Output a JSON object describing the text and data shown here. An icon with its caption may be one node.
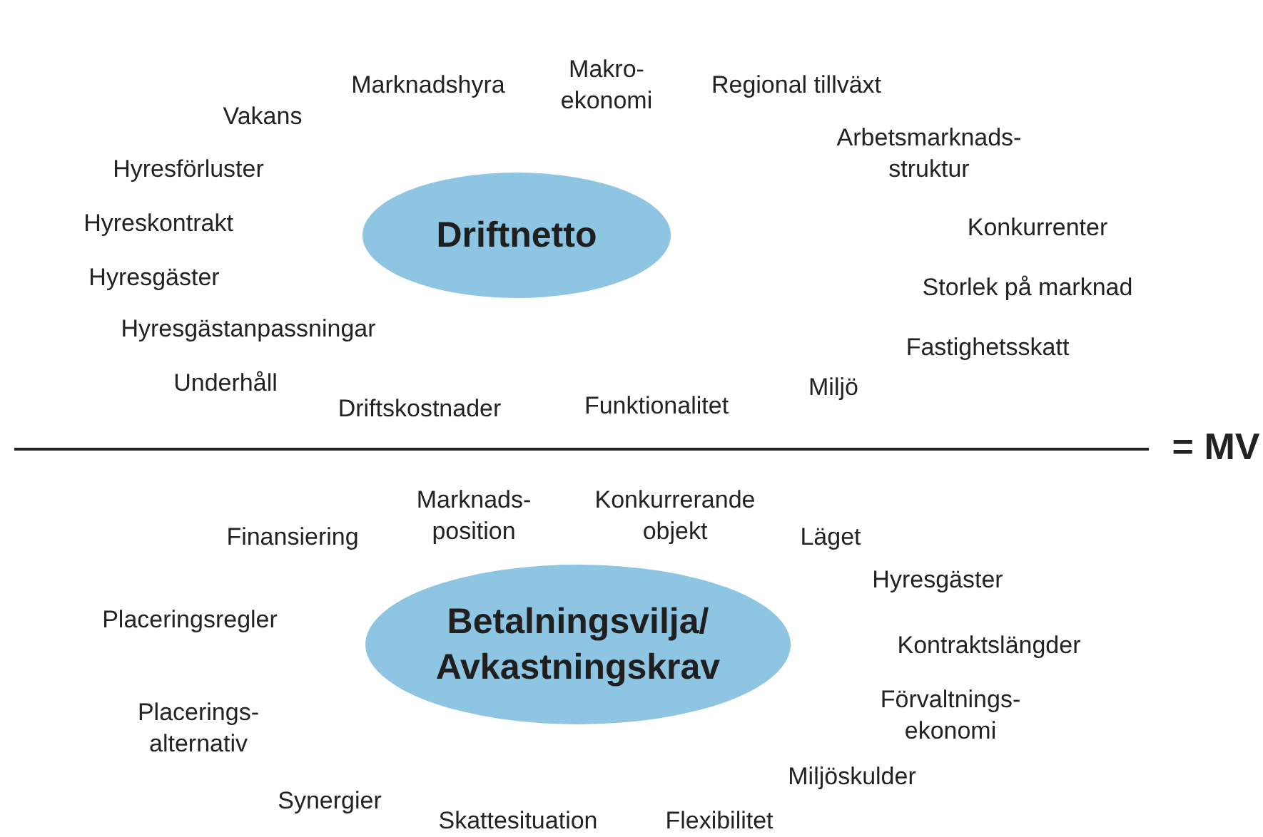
{
  "diagram": {
    "nodes": [
      {
        "text": [
          "Driftnetto"
        ]
      },
      {
        "text": [
          "Betalningsvilja/ Avkastningskrav"
        ]
      }
    ],
    "edges": [],
    "labels": [
      "Makro- ekonomi",
      "Marknadshyra",
      "Regional tillväxt",
      "Vakans",
      "Arbetsmarknads- struktur",
      "Hyresförluster",
      "Hyreskontrakt",
      "Konkurrenter",
      "Hyresgäster",
      "Storlek på marknad",
      "Hyresgästanpassningar",
      "Fastighetsskatt",
      "Underhåll",
      "Miljö",
      "Driftskostnader",
      "Funktionalitet",
      "= MV",
      "Marknads- position",
      "Konkurrerande objekt",
      "Finansiering",
      "Läget",
      "Hyresgäster",
      "Placeringsregler",
      "Kontraktslängder",
      "Placerings- alternativ",
      "Förvaltnings- ekonomi",
      "Miljöskulder",
      "Synergier",
      "Skattesituation",
      "Flexibilitet"
    ]
  }
}
